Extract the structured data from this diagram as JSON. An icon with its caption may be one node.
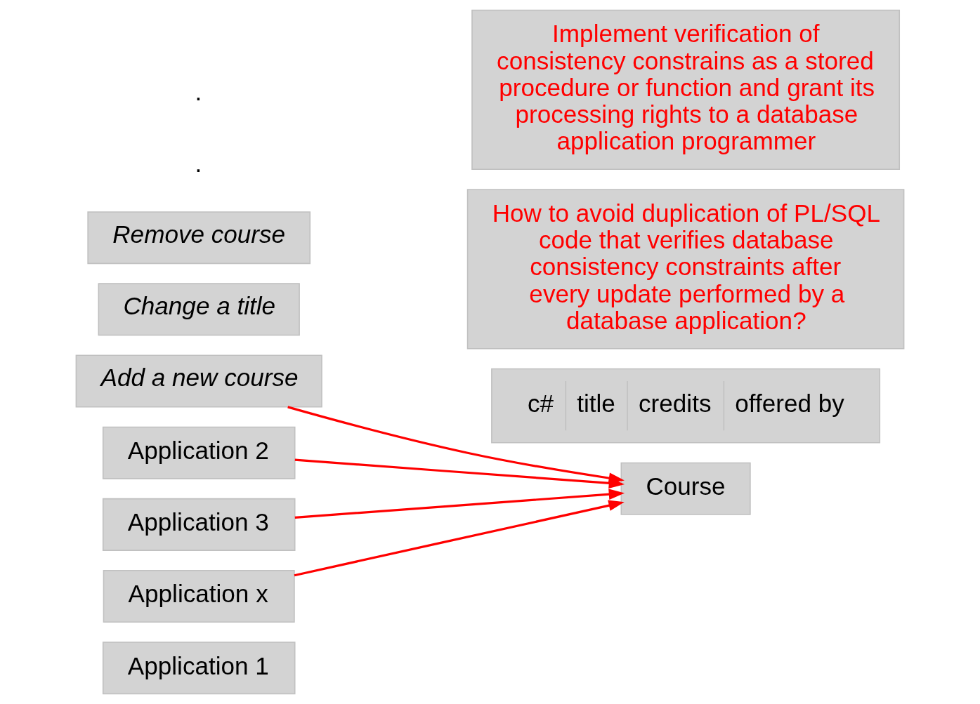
{
  "diagram": {
    "nodes": [
      {
        "text": [
          "Application 1"
        ]
      },
      {
        "text": [
          "Add a new course"
        ]
      },
      {
        "text": [
          "Application 2"
        ]
      },
      {
        "text": [
          "Change a title"
        ]
      },
      {
        "text": [
          "Application 3"
        ]
      },
      {
        "text": [
          "Remove course"
        ]
      },
      {
        "text": [
          "Application x"
        ]
      },
      {
        "text": [
          "Course"
        ]
      },
      {
        "text": [
          "c#",
          "title",
          "credits",
          "offered by"
        ]
      },
      {
        "text": [
          "How to avoid duplication of PL/SQL code that verifies database consistency constraints after every update performed by a database application?"
        ]
      },
      {
        "text": [
          "Implement verification of consistency constrains as a stored procedure or function and grant its processing rights to a database application programmer"
        ]
      }
    ],
    "edges": [
      {
        "from": 1,
        "to": 7,
        "arrow": "to"
      },
      {
        "from": 2,
        "to": 7,
        "arrow": "to"
      },
      {
        "from": 4,
        "to": 7,
        "arrow": "to"
      },
      {
        "from": 6,
        "to": 7,
        "arrow": "to"
      }
    ],
    "labels": [
      ".",
      "."
    ]
  }
}
